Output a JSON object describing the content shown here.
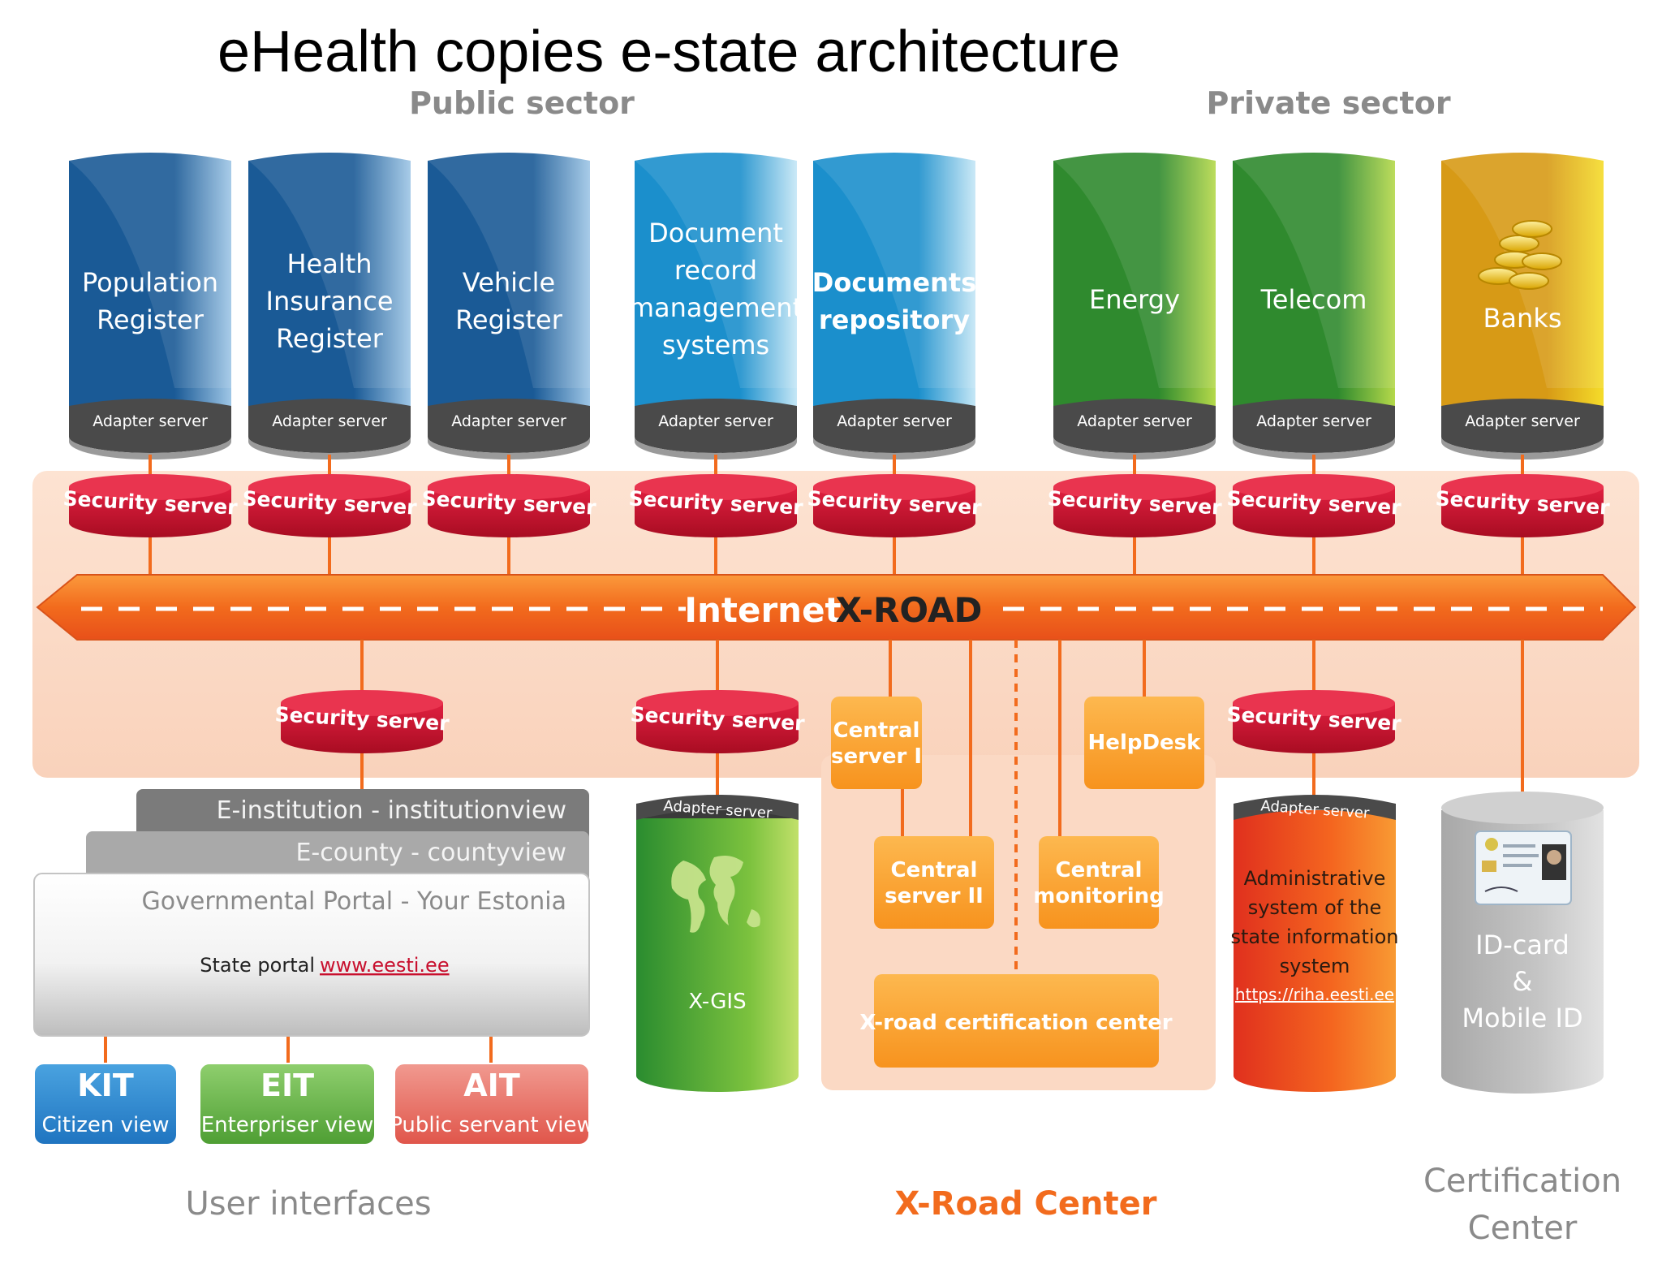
{
  "title": "eHealth copies e-state architecture",
  "sectors": {
    "public": "Public sector",
    "private": "Private sector"
  },
  "colors": {
    "blue": "#1f6aa5",
    "light_blue": "#2aa0d6",
    "green": "#4a9a24",
    "lime": "#8dc63f",
    "gold": "#e5a81c",
    "yellow": "#f2d21f",
    "red": "#c8102e",
    "orange": "#f26b1d",
    "band": "#fbd9c4",
    "grey_text": "#8a8a8a",
    "orange_text": "#f26b1d"
  },
  "top_cylinders": [
    {
      "label": [
        "Population",
        "Register"
      ],
      "adapter": "Adapter server",
      "colors": [
        "#1a5a96",
        "#9ec6e6"
      ]
    },
    {
      "label": [
        "Health",
        "Insurance",
        "Register"
      ],
      "adapter": "Adapter server",
      "colors": [
        "#1a5a96",
        "#9ec6e6"
      ]
    },
    {
      "label": [
        "Vehicle",
        "Register"
      ],
      "adapter": "Adapter server",
      "colors": [
        "#1a5a96",
        "#9ec6e6"
      ]
    },
    {
      "label": [
        "Document",
        "record",
        "management",
        "systems"
      ],
      "adapter": "Adapter server",
      "colors": [
        "#1b8fcc",
        "#c5e7f6"
      ]
    },
    {
      "label": [
        "Documents",
        "repository"
      ],
      "adapter": "Adapter server",
      "colors": [
        "#1b8fcc",
        "#c5e7f6"
      ],
      "bold": true
    },
    {
      "label": [
        "Energy"
      ],
      "adapter": "Adapter server",
      "colors": [
        "#2f8a2e",
        "#b5d94a"
      ]
    },
    {
      "label": [
        "Telecom"
      ],
      "adapter": "Adapter server",
      "colors": [
        "#2f8a2e",
        "#b5d94a"
      ]
    },
    {
      "label": [
        "Banks"
      ],
      "adapter": "Adapter server",
      "colors": [
        "#d79a16",
        "#f5dc2a"
      ],
      "coin_icon": "gold-coins-icon"
    }
  ],
  "security_server_label": "Security server",
  "backbone": {
    "internet": "Internet",
    "xroad": "X-ROAD"
  },
  "xroad_center": {
    "central_server_1": [
      "Central",
      "server I"
    ],
    "central_server_2": [
      "Central",
      "server II"
    ],
    "helpdesk": "HelpDesk",
    "central_monitoring": [
      "Central",
      "monitoring"
    ],
    "certification_center": "X-road certification center",
    "caption": "X-Road Center"
  },
  "xgis": {
    "adapter": "Adapter server",
    "label": "X-GIS",
    "icon": "globe-icon"
  },
  "riha": {
    "adapter": "Adapter server",
    "lines": [
      "Administrative",
      "system of the",
      "state information",
      "system"
    ],
    "link": "https://riha.eesti.ee"
  },
  "idcard": {
    "lines": [
      "ID-card",
      "&",
      "Mobile ID"
    ],
    "icon": "id-card-icon"
  },
  "portals": {
    "institution": "E-institution - institutionview",
    "county": "E-county - countyview",
    "governmental": "Governmental Portal - Your Estonia",
    "state_portal": "State portal",
    "state_link": "www.eesti.ee"
  },
  "user_views": [
    {
      "code": "KIT",
      "label": "Citizen view",
      "colors": [
        "#4aa3e0",
        "#1f74c0"
      ]
    },
    {
      "code": "EIT",
      "label": "Enterpriser view",
      "colors": [
        "#8fcf6e",
        "#4e9e33"
      ]
    },
    {
      "code": "AIT",
      "label": "Public servant view",
      "colors": [
        "#f19a90",
        "#e0554a"
      ]
    }
  ],
  "captions": {
    "user_interfaces": "User interfaces",
    "certification": [
      "Certification",
      "Center"
    ]
  }
}
